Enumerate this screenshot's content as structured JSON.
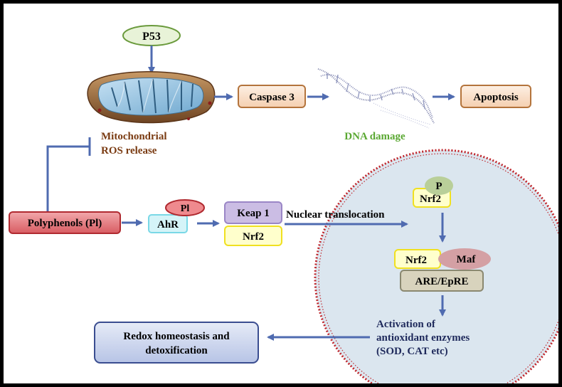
{
  "nodes": {
    "p53": "P53",
    "mito_label_line1": "Mitochondrial",
    "mito_label_line2": "ROS release",
    "caspase3": "Caspase 3",
    "dna_damage": "DNA damage",
    "apoptosis": "Apoptosis",
    "polyphenols": "Polyphenols (Pl)",
    "pl": "Pl",
    "ahr": "AhR",
    "keap1": "Keap 1",
    "nrf2_cytosol": "Nrf2",
    "nuclear_translocation": "Nuclear translocation",
    "nrf2_nucleus": "Nrf2",
    "phospho": "P",
    "nrf2_bound": "Nrf2",
    "maf": "Maf",
    "are_epre": "ARE/EpRE",
    "activation_line1": "Activation of",
    "activation_line2": "antioxidant enzymes",
    "activation_line3": "(SOD, CAT etc)",
    "redox_line1": "Redox homeostasis and",
    "redox_line2": "detoxification"
  },
  "colors": {
    "arrow": "#4f6bb0",
    "mito_text": "#7a3b12",
    "dna_text": "#5aa832",
    "activation_text": "#1f2a5c",
    "nucleus_fill": "#dbe6ef",
    "nucleus_border": "#c0262c",
    "p53_fill": "#e8f3d8",
    "p53_border": "#6a9a3c",
    "caspase_fill": "#fbe4d2",
    "caspase_border": "#b4743c",
    "polyphenol_fill": "#e07a80",
    "polyphenol_border": "#b02a30",
    "pl_fill": "#ef8a8e",
    "ahr_fill": "#d5f4f8",
    "ahr_border": "#7ad8e6",
    "keap_fill": "#cbbde4",
    "keap_border": "#9a86c6",
    "nrf2_fill": "#ffffcc",
    "nrf2_border": "#f0e020",
    "phospho_fill": "#b9cf99",
    "maf_fill": "#d4a0a4",
    "are_fill": "#d8d3bd",
    "are_border": "#8a8870",
    "redox_fill": "#ccd6ee",
    "redox_border": "#3a4d90"
  }
}
